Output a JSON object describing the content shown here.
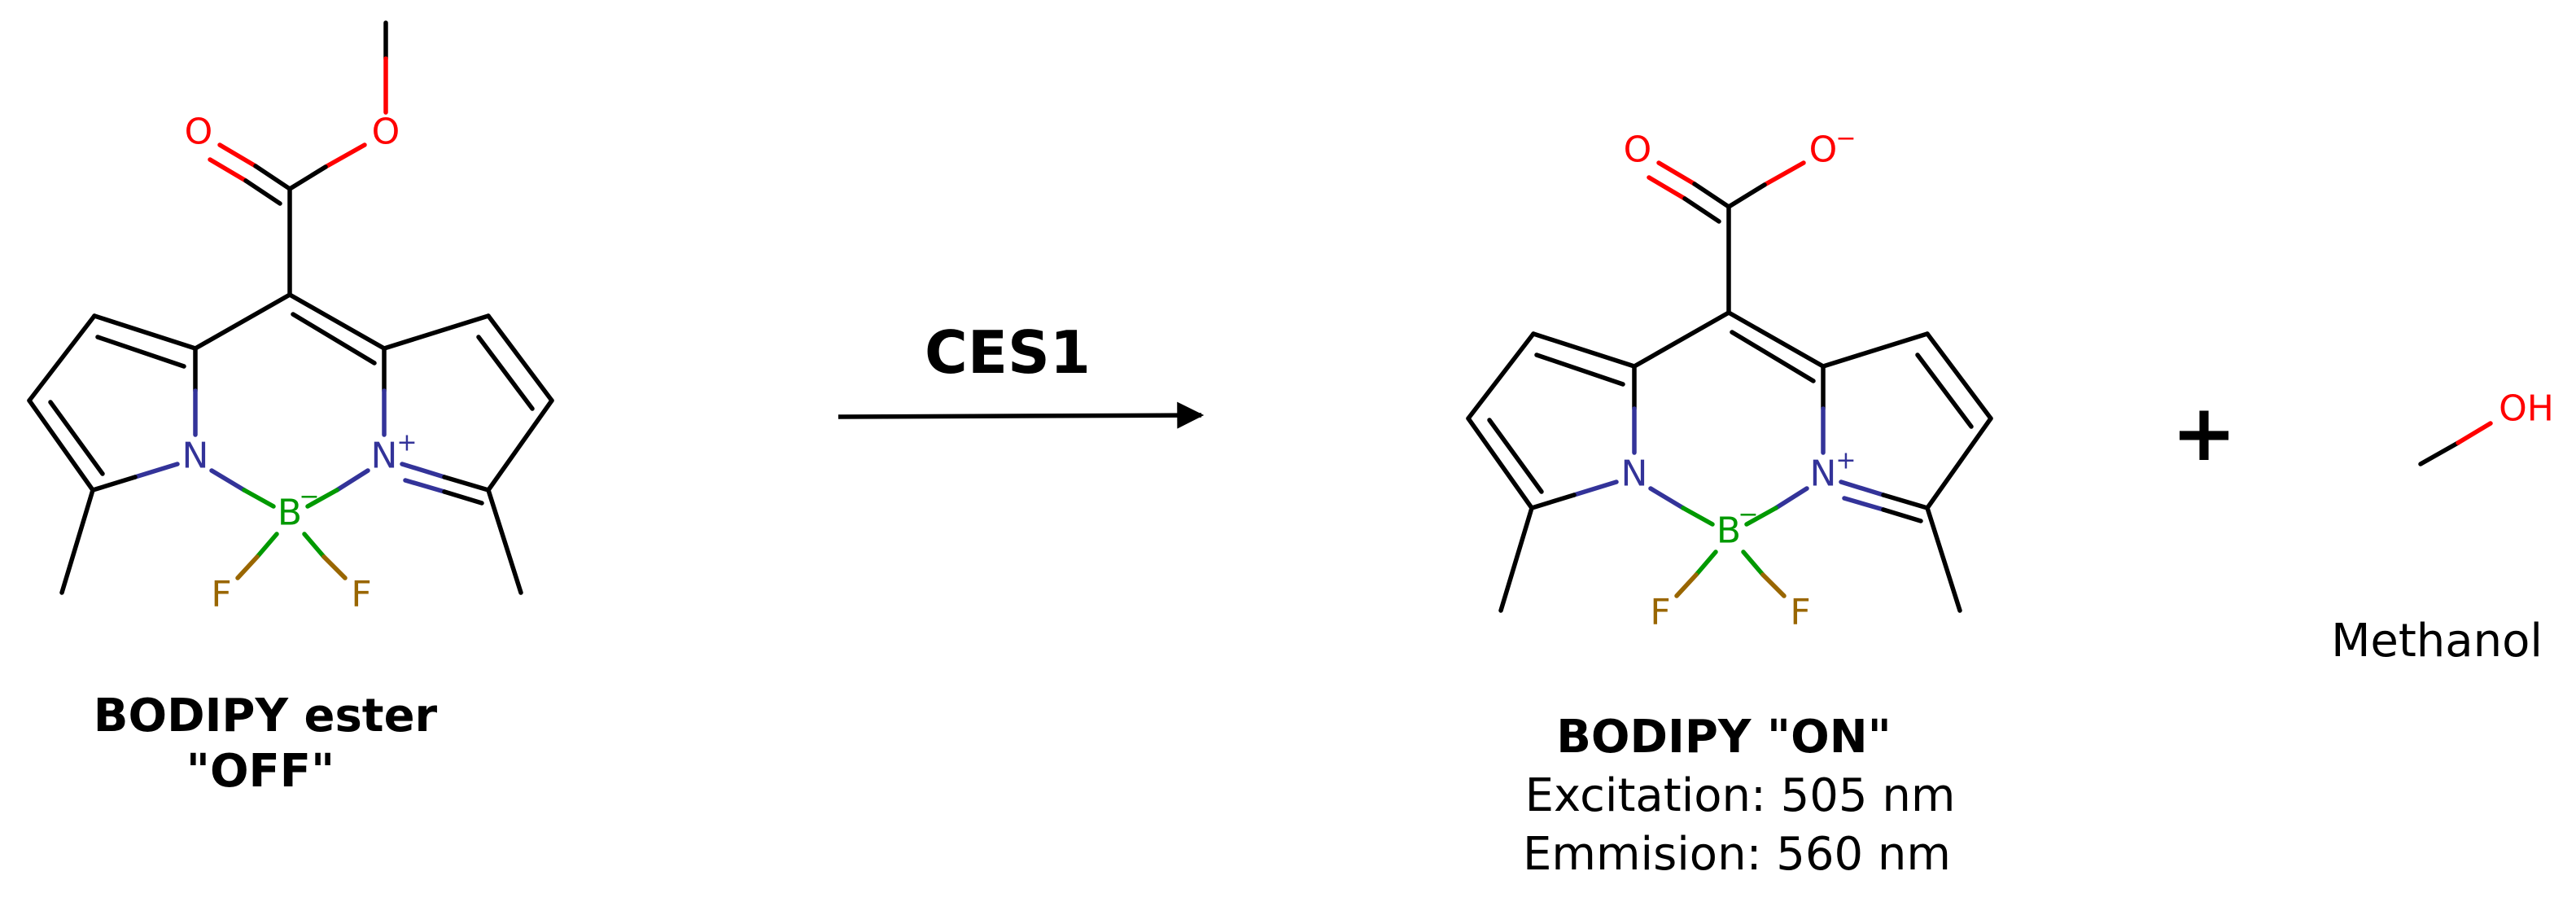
{
  "colors": {
    "bond": "#000000",
    "oxygen": "#ff0000",
    "nitrogen": "#333399",
    "boron": "#009900",
    "fluorine": "#996600",
    "text": "#000000"
  },
  "reactant": {
    "atoms": {
      "o_carbonyl": "O",
      "o_ester": "O",
      "n_left": "N",
      "n_right": "N",
      "n_right_charge": "+",
      "boron": "B",
      "boron_charge": "−",
      "f_left": "F",
      "f_right": "F"
    },
    "name_line1": "BODIPY ester",
    "name_line2": "\"OFF\""
  },
  "reaction": {
    "enzyme": "CES1",
    "plus": "+"
  },
  "product": {
    "atoms": {
      "o_carbonyl": "O",
      "o_anion": "O",
      "o_anion_charge": "−",
      "n_left": "N",
      "n_right": "N",
      "n_right_charge": "+",
      "boron": "B",
      "boron_charge": "−",
      "f_left": "F",
      "f_right": "F"
    },
    "name": "BODIPY \"ON\"",
    "excitation": "Excitation: 505 nm",
    "emission": "Emmision: 560 nm"
  },
  "byproduct": {
    "hydroxyl": "OH",
    "name": "Methanol"
  }
}
